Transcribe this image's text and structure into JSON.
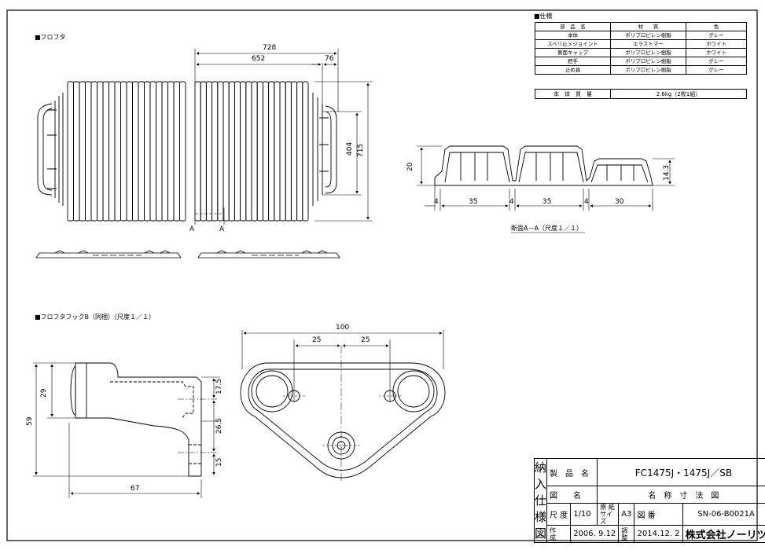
{
  "sections": {
    "fufuta": "■フロフタ",
    "hook": "■フロフタフックB（同梱）（尺度１／１）",
    "spec": "■仕様",
    "section_aa": "断面A－A（尺度１／１）"
  },
  "spec_table": {
    "headers": [
      "部　品　名",
      "材　　質",
      "色"
    ],
    "rows": [
      [
        "本体",
        "ポリプロピレン樹脂",
        "グレー"
      ],
      [
        "スベリ止メジョイント",
        "エラストマー",
        "ホワイト"
      ],
      [
        "側面キャップ",
        "ポリプロピレン樹脂",
        "ホワイト"
      ],
      [
        "把手",
        "ポリプロピレン樹脂",
        "グレー"
      ],
      [
        "止め具",
        "ポリプロピレン樹脂",
        "グレー"
      ]
    ]
  },
  "mass_table": {
    "label": "本　体　質　量",
    "value": "2.6kg（2枚1組）"
  },
  "dimensions": {
    "lid": {
      "overall": "728",
      "inner": "652",
      "cap": "76",
      "height_inner": "404",
      "height_overall": "715",
      "section_mark": "A"
    },
    "section": {
      "height": "20",
      "height2": "14.3",
      "gap1": "4",
      "width1": "35",
      "gap2": "4",
      "width2": "35",
      "gap3": "4",
      "width3": "30"
    },
    "hook_side": {
      "h1": "29",
      "total": "59",
      "width": "67",
      "d1": "17.5",
      "d2": "26.5",
      "d3": "15"
    },
    "hook_plan": {
      "total": "100",
      "left": "25",
      "right": "25"
    }
  },
  "title_block": {
    "side_chars": [
      "納",
      "入",
      "仕",
      "様",
      "図"
    ],
    "product_label": "製　品　名",
    "product_value": "FC1475J・1475J／SB",
    "drawing_label": "図　　名",
    "drawing_value": "名　称　寸　法　図",
    "scale_label": "尺 度",
    "scale_value": "1/10",
    "paper_label": "原 紙\nサイズ",
    "paper_value": "A3",
    "number_label": "図 番",
    "number_value": "SN-06-B0021A",
    "made_label": "作\n成",
    "made_value": "2006. 9.12",
    "revised_label": "調\n整",
    "revised_value": "2014.12. 2",
    "company": "株式会社ノーリツ"
  }
}
